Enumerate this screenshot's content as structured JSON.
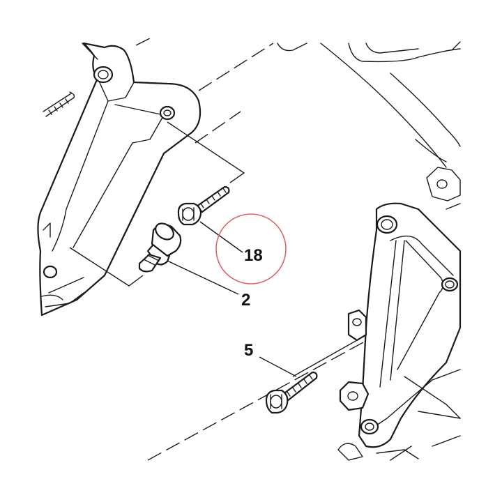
{
  "diagram": {
    "callouts": [
      {
        "id": "18",
        "label": "18",
        "highlighted": true
      },
      {
        "id": "2",
        "label": "2"
      },
      {
        "id": "5",
        "label": "5"
      }
    ],
    "highlight_color": "#e0646a",
    "line_color": "#1a1a1a"
  }
}
